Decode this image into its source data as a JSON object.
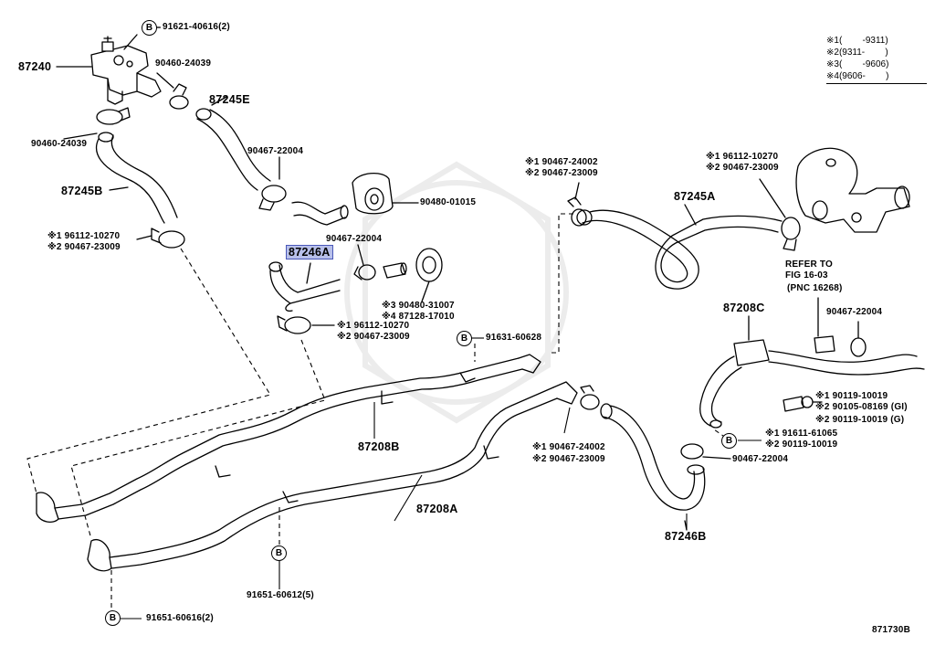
{
  "diagram": {
    "figure_code": "871730B",
    "legend": [
      {
        "key": "※1",
        "range": "(        -9311)"
      },
      {
        "key": "※2",
        "range": "(9311-        )"
      },
      {
        "key": "※3",
        "range": "(        -9606)"
      },
      {
        "key": "※4",
        "range": "(9606-        )"
      }
    ],
    "labels": {
      "b_top": "91621-40616(2)",
      "p87240": "87240",
      "p90460_a": "90460-24039",
      "p90460_b": "90460-24039",
      "p87245e": "87245E",
      "p90467_22004_a": "90467-22004",
      "p87245b": "87245B",
      "p90480_01015": "90480-01015",
      "clamp_left_1": "※1 96112-10270",
      "clamp_left_2": "※2 90467-23009",
      "p87246a": "87246A",
      "p90467_22004_b": "90467-22004",
      "p3_90480": "※3 90480-31007",
      "p4_87128": "※4 87128-17010",
      "clamp_mid_1": "※1 96112-10270",
      "clamp_mid_2": "※2 90467-23009",
      "b_mid": "91631-60628",
      "clamp_tr_1": "※1 90467-24002",
      "clamp_tr_2": "※2 90467-23009",
      "p87245a": "87245A",
      "clamp_tr2_1": "※1 96112-10270",
      "clamp_tr2_2": "※2 90467-23009",
      "refer_1": "REFER TO",
      "refer_2": "FIG 16-03",
      "refer_3": "(PNC 16268)",
      "p87208c": "87208C",
      "p90467_22004_c": "90467-22004",
      "bolt_1": "※1 90119-10019",
      "bolt_2": "※2 90105-08169 (GI)",
      "bolt_3": "※2 90119-10019 (G)",
      "b_right_1": "※1 91611-61065",
      "b_right_2": "※2 90119-10019",
      "p90467_22004_d": "90467-22004",
      "p87208b": "87208B",
      "clamp_bc_1": "※1 90467-24002",
      "clamp_bc_2": "※2 90467-23009",
      "p87208a": "87208A",
      "p87246b": "87246B",
      "b_bot": "91651-60612(5)",
      "b_bottom_left": "91651-60616(2)",
      "b_letter": "B"
    }
  }
}
